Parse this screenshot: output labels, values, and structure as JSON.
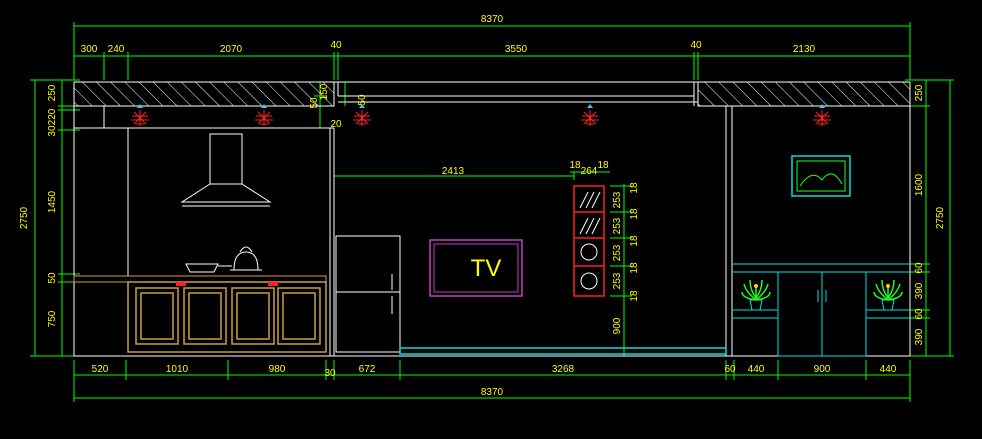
{
  "colors": {
    "background": "#000000",
    "dimension_line": "#00ff00",
    "dimension_text": "#ffff00",
    "outline": "#ffffff",
    "fixture": "#ff2020",
    "cabinet": "#c8a040",
    "cyan": "#00e0e0",
    "tv_frame": "#c040c0"
  },
  "top_dims": {
    "total": "8370",
    "segments": [
      "300",
      "240",
      "2070",
      "40",
      "3550",
      "40",
      "2130"
    ]
  },
  "bottom_dims": {
    "total": "8370",
    "segments": [
      "520",
      "1010",
      "980",
      "30",
      "672",
      "3268",
      "60",
      "440",
      "900",
      "440"
    ]
  },
  "left_dims": {
    "total": "2750",
    "segments": [
      "250",
      "30",
      "220",
      "1450",
      "50",
      "750"
    ]
  },
  "right_dims": {
    "total": "2750",
    "segments": [
      "250",
      "1600",
      "60",
      "390",
      "60",
      "390"
    ]
  },
  "ceiling_dims": [
    "150",
    "50",
    "50",
    "20"
  ],
  "wall_dims": {
    "tv_wall_width": "2413",
    "shelf_top": [
      "18",
      "264",
      "18"
    ],
    "shelf_right": [
      "18",
      "253",
      "18",
      "253",
      "18",
      "253",
      "18",
      "253",
      "18"
    ],
    "shelf_bottom": "900"
  },
  "tv": {
    "label": "TV"
  },
  "icons": {
    "downlight": "downlight-icon",
    "range_hood": "range-hood-icon",
    "kettle": "kettle-icon",
    "frying_pan": "frying-pan-icon",
    "refrigerator": "refrigerator-icon",
    "picture_frame": "picture-frame-icon",
    "potted_plant": "potted-plant-icon"
  }
}
